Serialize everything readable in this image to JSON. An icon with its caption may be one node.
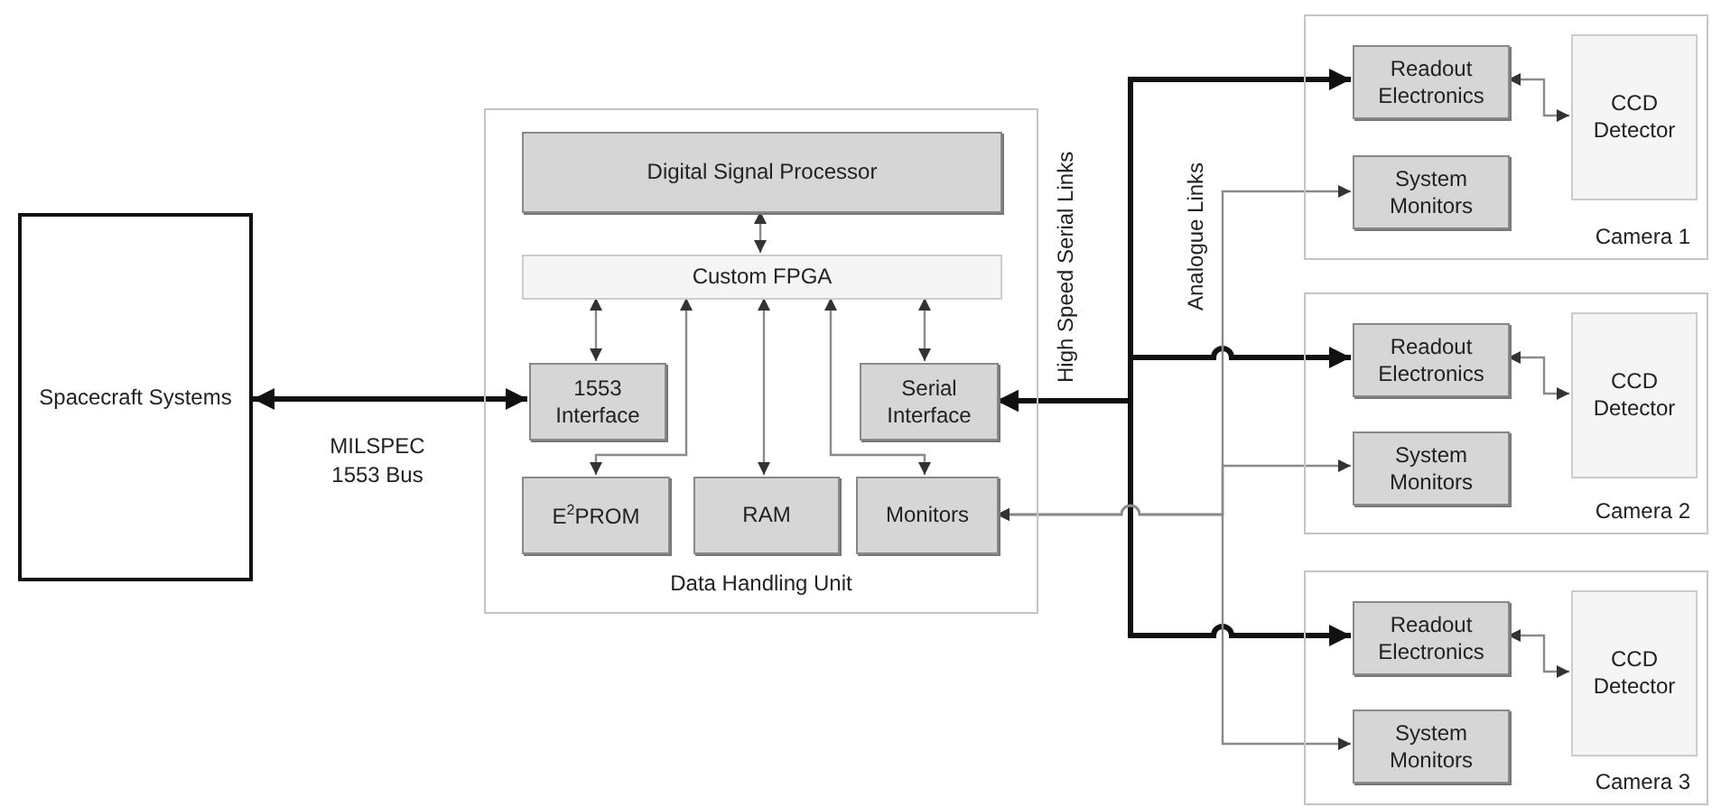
{
  "diagram": {
    "nodes": [
      {
        "text": [
          "Spacecraft Systems"
        ]
      },
      {
        "text": [
          "Data Handling Unit"
        ]
      },
      {
        "text": [
          "Digital Signal Processor"
        ],
        "in": 1
      },
      {
        "text": [
          "Custom FPGA"
        ],
        "in": 1
      },
      {
        "text": [
          "1553 Interface"
        ],
        "in": 1
      },
      {
        "text": [
          "Serial Interface"
        ],
        "in": 1
      },
      {
        "text": [
          "E$^{2}$PROM"
        ],
        "in": 1
      },
      {
        "text": [
          "RAM"
        ],
        "in": 1
      },
      {
        "text": [
          "Monitors"
        ],
        "in": 1
      },
      {
        "text": [
          "Camera 1"
        ]
      },
      {
        "text": [
          "Readout Electronics"
        ],
        "in": 9
      },
      {
        "text": [
          "System Monitors"
        ],
        "in": 9
      },
      {
        "text": [
          "CCD Detector"
        ],
        "in": 9
      },
      {
        "text": [
          "Camera 2"
        ]
      },
      {
        "text": [
          "Readout Electronics"
        ],
        "in": 13
      },
      {
        "text": [
          "System Monitors"
        ],
        "in": 13
      },
      {
        "text": [
          "CCD Detector"
        ],
        "in": 13
      },
      {
        "text": [
          "Camera 3"
        ]
      },
      {
        "text": [
          "Readout Electronics"
        ],
        "in": 17
      },
      {
        "text": [
          "System Monitors"
        ],
        "in": 17
      },
      {
        "text": [
          "CCD Detector"
        ],
        "in": 17
      }
    ],
    "edges": [
      {
        "from": 0,
        "to": 4,
        "arrow": "both",
        "style": "thick",
        "color": "#111111",
        "label": "MILSPEC 1553 Bus"
      },
      {
        "from": 2,
        "to": 3,
        "arrow": "both"
      },
      {
        "from": 3,
        "to": 4,
        "arrow": "both"
      },
      {
        "from": 3,
        "to": 6,
        "arrow": "both"
      },
      {
        "from": 3,
        "to": 7,
        "arrow": "both"
      },
      {
        "from": 3,
        "to": 8,
        "arrow": "both"
      },
      {
        "from": 3,
        "to": 5,
        "arrow": "both"
      },
      {
        "from": 5,
        "to": 10,
        "arrow": "both",
        "style": "thick",
        "color": "#111111"
      },
      {
        "from": 5,
        "to": 14,
        "arrow": "both",
        "style": "thick",
        "color": "#111111"
      },
      {
        "from": 5,
        "to": 18,
        "arrow": "both",
        "style": "thick",
        "color": "#111111"
      },
      {
        "from": 8,
        "to": 11,
        "arrow": "both"
      },
      {
        "from": 8,
        "to": 15,
        "arrow": "both"
      },
      {
        "from": 8,
        "to": 19,
        "arrow": "both"
      },
      {
        "from": 10,
        "to": 12,
        "arrow": "both"
      },
      {
        "from": 14,
        "to": 16,
        "arrow": "both"
      },
      {
        "from": 18,
        "to": 20,
        "arrow": "both"
      }
    ],
    "labels": [
      "High Speed Serial Links",
      "Analogue Links"
    ]
  }
}
